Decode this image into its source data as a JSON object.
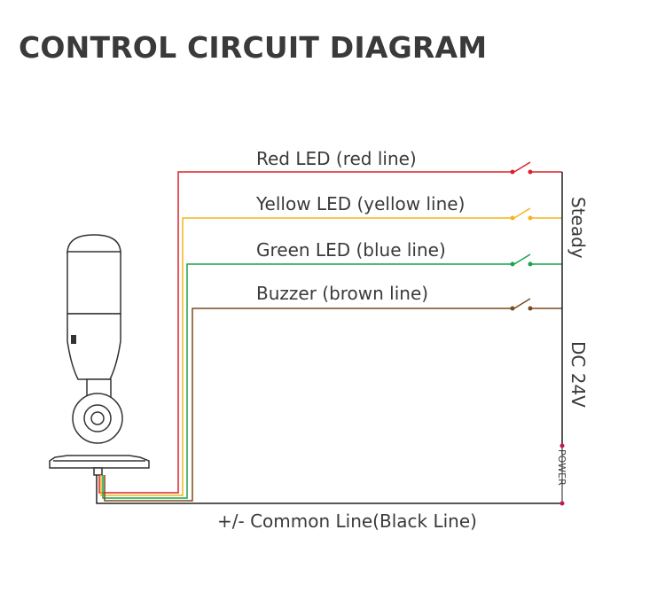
{
  "title": "CONTROL CIRCUIT DIAGRAM",
  "lines": [
    {
      "label": "Red LED (red line)",
      "color": "#d9232a"
    },
    {
      "label": "Yellow LED (yellow line)",
      "color": "#f2b51c"
    },
    {
      "label": "Green LED (blue line)",
      "color": "#1aa44b"
    },
    {
      "label": "Buzzer (brown line)",
      "color": "#7a4a1e"
    }
  ],
  "common_line": {
    "label": "+/- Common Line(Black Line)",
    "color": "#222222"
  },
  "labels": {
    "steady": "Steady",
    "dc": "DC 24V",
    "power": "POWER"
  }
}
